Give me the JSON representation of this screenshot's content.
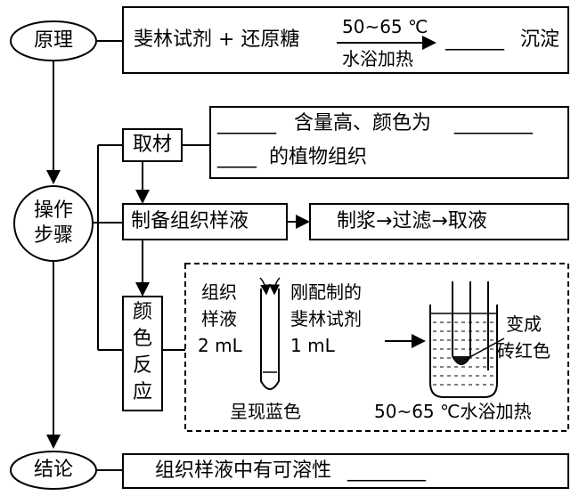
{
  "nodes": {
    "principle": "原理",
    "steps": [
      "操作",
      "步骤"
    ],
    "conclusion": "结论"
  },
  "principle_box": {
    "reagents": "斐林试剂 + 还原糖",
    "condition_top": "50~65 ℃",
    "condition_bottom": "水浴加热",
    "product_blank": "______",
    "product": "沉淀"
  },
  "material": {
    "label": "取材",
    "line1_blank": "______",
    "line1_text": "含量高、颜色为",
    "line1_blank2": "________",
    "line2_blank": "____",
    "line2_text": "的植物组织"
  },
  "prep": {
    "label": "制备组织样液",
    "process": "制浆→过滤→取液"
  },
  "reaction": {
    "label": [
      "颜",
      "色",
      "反",
      "应"
    ],
    "sample": [
      "组织",
      "样液",
      "2 mL"
    ],
    "reagent": [
      "刚配制的",
      "斐林试剂",
      "1 mL"
    ],
    "tube_result": "呈现蓝色",
    "bath_result": [
      "变成",
      "砖红色"
    ],
    "bath_condition": "50~65 ℃水浴加热"
  },
  "conclusion_box": {
    "text": "组织样液中有可溶性",
    "blank": "________"
  }
}
